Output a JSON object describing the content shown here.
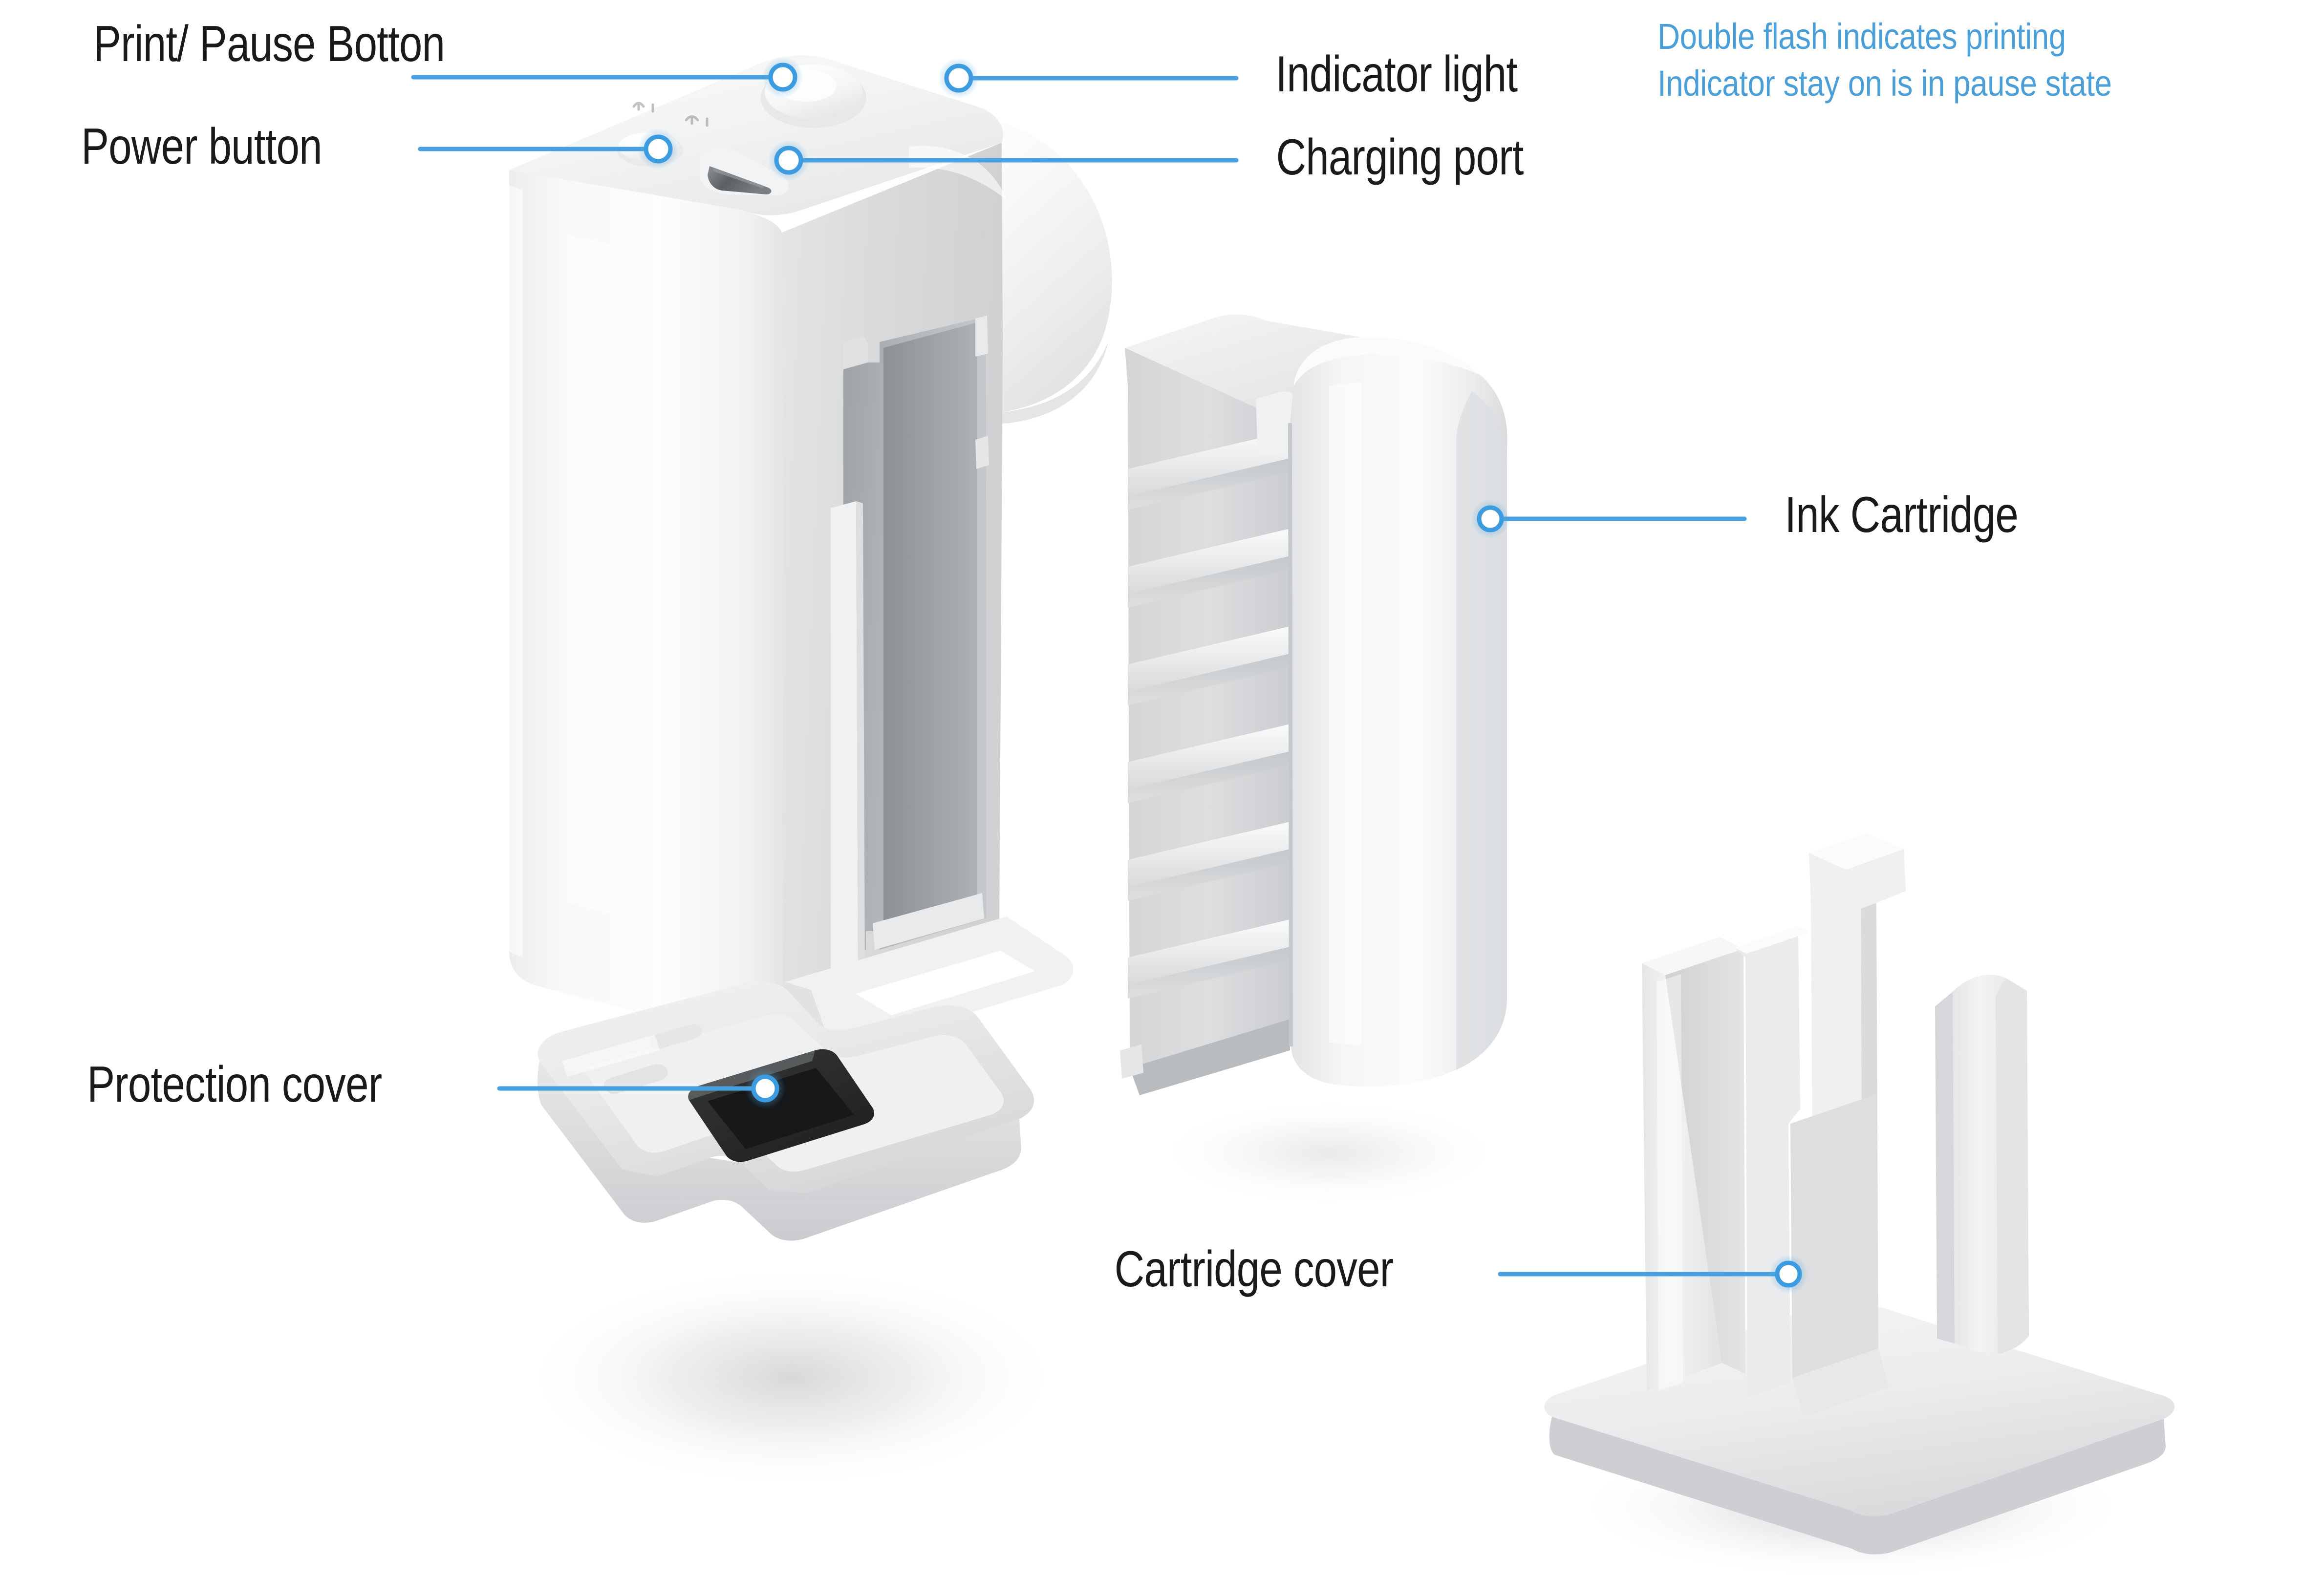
{
  "diagram": {
    "title": "Portable printer exploded parts diagram",
    "background_color": "#ffffff",
    "accent_color": "#3d9be0",
    "leader_line_color": "#49a0e0",
    "label_text_color": "#1a1a1a",
    "note_text_color": "#4a9fd8"
  },
  "callouts": [
    {
      "id": "print-pause-button",
      "label": "Print/ Pause Botton",
      "side": "left"
    },
    {
      "id": "power-button",
      "label": "Power button",
      "side": "left"
    },
    {
      "id": "indicator-light",
      "label": "Indicator light",
      "side": "right"
    },
    {
      "id": "charging-port",
      "label": "Charging port",
      "side": "right"
    },
    {
      "id": "ink-cartridge",
      "label": "Ink Cartridge",
      "side": "right"
    },
    {
      "id": "protection-cover",
      "label": "Protection cover",
      "side": "left"
    },
    {
      "id": "cartridge-cover",
      "label": "Cartridge cover",
      "side": "left"
    }
  ],
  "notes": {
    "indicator_line_1": "Double flash indicates printing",
    "indicator_line_2": "Indicator stay on is in pause state"
  },
  "parts": [
    {
      "id": "printer-body",
      "name": "Printer main body"
    },
    {
      "id": "ink-cartridge",
      "name": "Ink cartridge"
    },
    {
      "id": "protection-cover",
      "name": "Protection cover tray"
    },
    {
      "id": "cartridge-cover",
      "name": "Cartridge cover cradle"
    }
  ]
}
